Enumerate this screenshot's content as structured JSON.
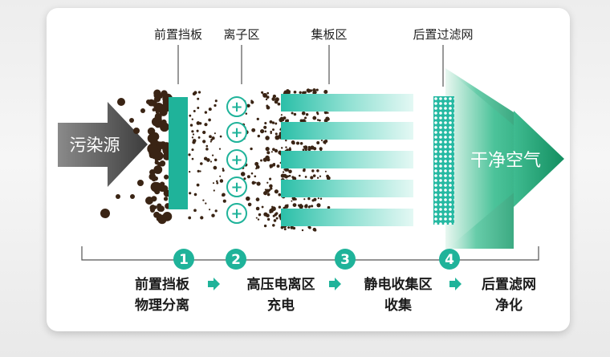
{
  "top_labels": {
    "front_baffle": "前置挡板",
    "ionization_zone": "离子区",
    "collector_zone": "集板区",
    "rear_filter": "后置过滤网"
  },
  "source_label": "污染源",
  "output_label": "干净空气",
  "ion_symbol": "+",
  "steps": [
    {
      "number": "1",
      "line1": "前置挡板",
      "line2": "物理分离"
    },
    {
      "number": "2",
      "line1": "高压电离区",
      "line2": "充电"
    },
    {
      "number": "3",
      "line1": "静电收集区",
      "line2": "收集"
    },
    {
      "number": "4",
      "line1": "后置滤网",
      "line2": "净化"
    }
  ],
  "colors": {
    "teal": "#1fb39a",
    "teal_light": "#c8f1ea",
    "green_dark": "#1e9e6e",
    "particle": "#3a2414",
    "source_arrow": "#555555"
  },
  "icons": {
    "flow_arrow": "arrow-right-icon",
    "ion": "plus-circle-icon"
  }
}
